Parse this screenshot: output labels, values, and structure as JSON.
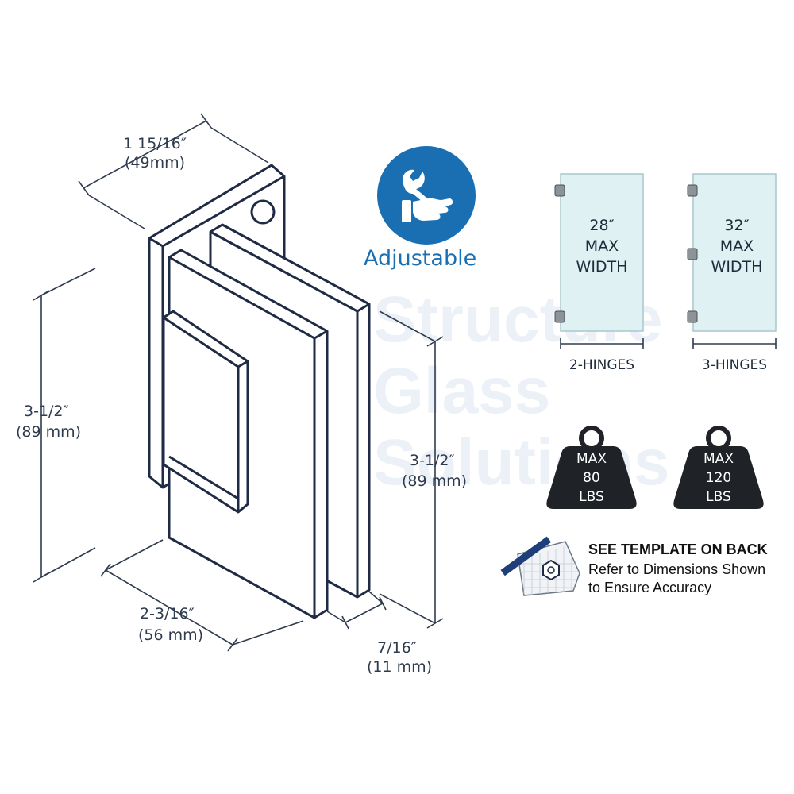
{
  "watermark": {
    "line1": "Structure",
    "line2": "Glass",
    "line3": "Solutions"
  },
  "dimensions": {
    "top_width": {
      "inch": "1 15/16″",
      "mm": "(49mm)"
    },
    "left_height": {
      "inch": "3-1/2″",
      "mm": "(89 mm)"
    },
    "right_height": {
      "inch": "3-1/2″",
      "mm": "(89 mm)"
    },
    "bottom_width": {
      "inch": "2-3/16″",
      "mm": "(56 mm)"
    },
    "thickness": {
      "inch": "7/16″",
      "mm": "(11 mm)"
    }
  },
  "adjustable": {
    "label": "Adjustable",
    "icon": "wrench-hand-icon",
    "color": "#1a6fb3"
  },
  "panels": [
    {
      "line1": "28″",
      "line2": "MAX",
      "line3": "WIDTH",
      "caption": "2-HINGES",
      "hinges": 2
    },
    {
      "line1": "32″",
      "line2": "MAX",
      "line3": "WIDTH",
      "caption": "3-HINGES",
      "hinges": 3
    }
  ],
  "weights": [
    {
      "line1": "MAX",
      "line2": "80",
      "line3": "LBS"
    },
    {
      "line1": "MAX",
      "line2": "120",
      "line3": "LBS"
    }
  ],
  "template": {
    "heading": "SEE TEMPLATE ON BACK",
    "line1": "Refer to Dimensions Shown",
    "line2": "to Ensure Accuracy"
  },
  "colors": {
    "outline": "#1f2a44",
    "dimension": "#2e3b4e",
    "glass": "#dff1f2",
    "weight": "#1f2227",
    "accent": "#1a6fb3"
  }
}
